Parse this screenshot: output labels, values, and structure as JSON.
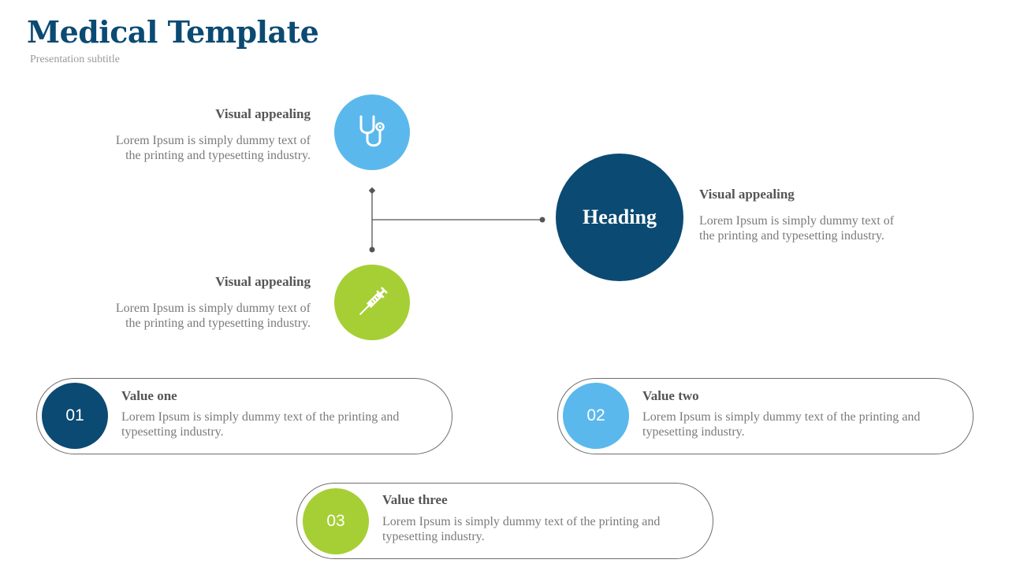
{
  "slide": {
    "title": "Medical Template",
    "subtitle": "Presentation subtitle"
  },
  "colors": {
    "navy": "#0b4a73",
    "sky_blue": "#5bb8ec",
    "lime_green": "#a6cf35",
    "connector": "#555555"
  },
  "center": {
    "label": "Heading"
  },
  "features": [
    {
      "heading": "Visual appealing",
      "text_line1": "Lorem Ipsum is simply dummy text of",
      "text_line2": "the printing and typesetting industry.",
      "icon": "stethoscope-icon"
    },
    {
      "heading": "Visual appealing",
      "text_line1": "Lorem Ipsum is simply dummy text of",
      "text_line2": "the printing and typesetting industry.",
      "icon": "syringe-icon"
    },
    {
      "heading": "Visual appealing",
      "text_line1": "Lorem Ipsum is simply dummy text of",
      "text_line2": "the printing and typesetting industry."
    }
  ],
  "values": [
    {
      "number": "01",
      "heading": "Value one",
      "text_line1": "Lorem Ipsum is simply dummy text of the printing and",
      "text_line2": "typesetting industry."
    },
    {
      "number": "02",
      "heading": "Value two",
      "text_line1": "Lorem Ipsum is simply dummy text of the printing and",
      "text_line2": "typesetting industry."
    },
    {
      "number": "03",
      "heading": "Value three",
      "text_line1": "Lorem Ipsum is simply dummy text of the printing and",
      "text_line2": "typesetting industry."
    }
  ]
}
